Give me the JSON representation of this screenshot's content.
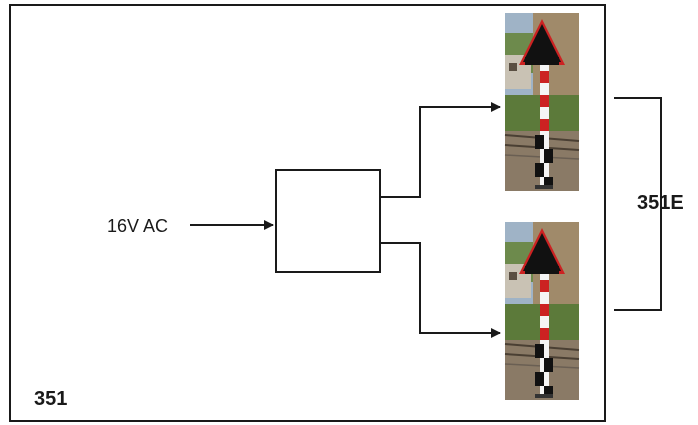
{
  "diagram": {
    "module_number": "351",
    "group_label": "351E",
    "input_label": "16V AC",
    "colors": {
      "line": "#1a1a1a",
      "background": "#ffffff",
      "sign_black": "#111111",
      "pole_red": "#cc2222",
      "pole_white": "#f5f5f5",
      "sky": "#9fb3c6",
      "grass": "#5c7a3a",
      "wall": "#a08a6a",
      "ballast": "#8a7a66"
    },
    "signals": [
      {
        "icon": "railway-signal-photo"
      },
      {
        "icon": "railway-signal-photo"
      }
    ]
  }
}
